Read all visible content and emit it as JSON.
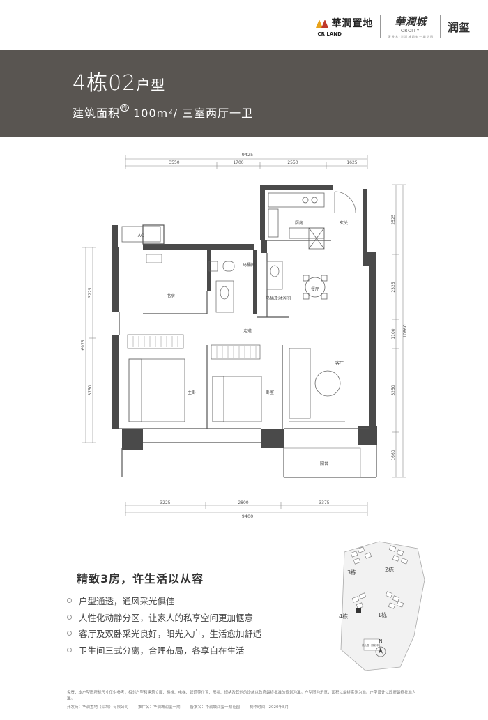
{
  "brand": {
    "crland_cn": "華潤置地",
    "crland_en": "CR LAND",
    "crcity_cn": "華潤城",
    "crcity_en": "CRCITY",
    "crcity_sub": "湛 香 名 · 华 润 城 润 玺 一 期 花 园",
    "project": "润玺"
  },
  "header": {
    "building": "4栋",
    "unit": "02",
    "unit_type": "户型",
    "area_label": "建筑面积",
    "approx": "约",
    "area_value": "100m²",
    "sep": "/",
    "layout": "三室两厅一卫"
  },
  "plan": {
    "top_dims": {
      "total": "9425",
      "parts": [
        "3550",
        "1700",
        "2550",
        "1625"
      ]
    },
    "bottom_dims": {
      "total": "9400",
      "parts": [
        "3225",
        "2800",
        "3375"
      ]
    },
    "left_dims": {
      "total": "6975",
      "parts": [
        "3225",
        "3750"
      ]
    },
    "right_dims": {
      "total": "10860",
      "parts": [
        "2525",
        "2325",
        "1100",
        "3250",
        "1660"
      ]
    },
    "rooms": {
      "kitchen": "厨房",
      "entrance": "玄关",
      "toilet": "马桶间",
      "washroom": "马桶及淋浴间",
      "dining": "餐厅",
      "study": "书房",
      "corridor": "走道",
      "living": "客厅",
      "master": "主卧",
      "bedroom": "卧室",
      "balcony": "阳台",
      "ac": "AC"
    }
  },
  "features": {
    "title": "精致3房，许生活以从容",
    "items": [
      "户型通透，通风采光俱佳",
      "人性化动静分区，让家人的私享空间更加惬意",
      "客厅及双卧采光良好，阳光入户，生活愈加舒适",
      "卫生间三式分离，合理布局，各享自在生活"
    ]
  },
  "sitemap": {
    "labels": [
      "3栋",
      "2栋",
      "4栋",
      "1栋"
    ],
    "kindergarten": "幼儿园（规划中）",
    "north": "N"
  },
  "footer": {
    "disclaimer": "免责：本户型图所标尺寸仅供参考，相邻户型和建筑立面、楼梯、电梯、管道等位置、形状、规格及其他的设施以政府最终批准的规划为准。户型图为示意，面积以最终实测为准。户型设计以政府最终批准为准。",
    "developer": "开发商：华润置地（深圳）有限公司",
    "promo": "推广名：华润城润玺一期",
    "reg_name": "备案名：华润城润玺一期花园",
    "date": "制作时间：2020年8月"
  }
}
